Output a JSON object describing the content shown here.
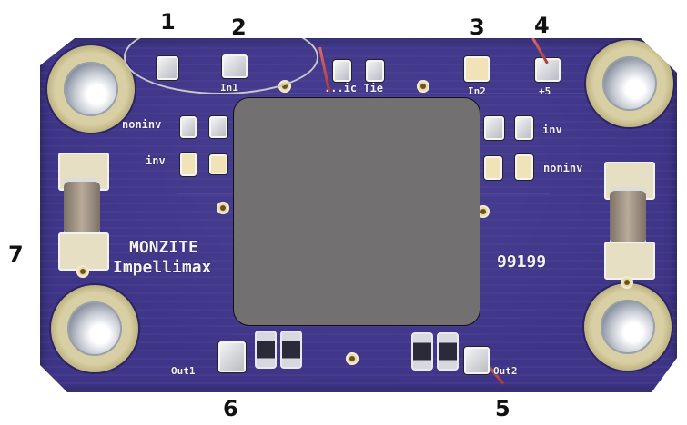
{
  "image": {
    "subject": "Purple PCB (Monzite Impellimax) with numbered callouts, center covered by a grey rounded rectangle",
    "mask_color": "#727070",
    "board_color": "#3f3588"
  },
  "callouts": [
    {
      "id": "1",
      "label": "1"
    },
    {
      "id": "2",
      "label": "2"
    },
    {
      "id": "3",
      "label": "3"
    },
    {
      "id": "4",
      "label": "4"
    },
    {
      "id": "5",
      "label": "5"
    },
    {
      "id": "6",
      "label": "6"
    },
    {
      "id": "7",
      "label": "7"
    }
  ],
  "silkscreen": {
    "in1": "In1",
    "tie": "...ic Tie",
    "in2": "In2",
    "plus5": "+5",
    "left_noninv": "noninv",
    "left_inv": "inv",
    "right_inv": "inv",
    "right_noninv": "noninv",
    "brand": "MONZITE",
    "product": "Impellimax",
    "part_number": "99199",
    "out1": "Out1",
    "out2": "Out2"
  }
}
